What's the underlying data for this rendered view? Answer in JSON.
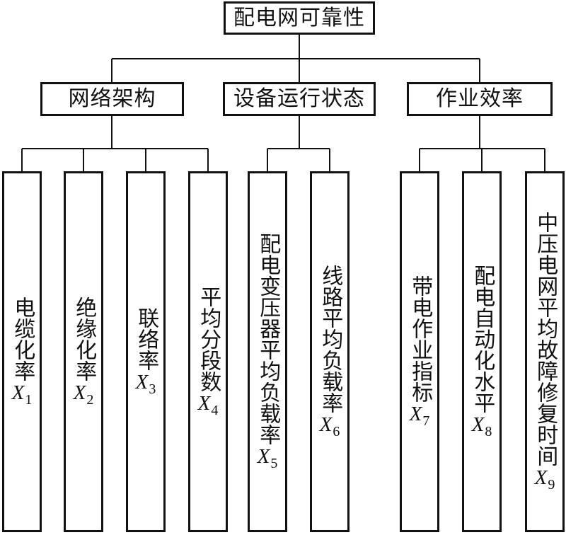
{
  "root": {
    "label": "配电网可靠性"
  },
  "categories": [
    {
      "label": "网络架构",
      "items": [
        {
          "label": "电缆化率",
          "var": "X",
          "sub": "1"
        },
        {
          "label": "绝缘化率",
          "var": "X",
          "sub": "2"
        },
        {
          "label": "联络率",
          "var": "X",
          "sub": "3"
        },
        {
          "label": "平均分段数",
          "var": "X",
          "sub": "4"
        }
      ]
    },
    {
      "label": "设备运行状态",
      "items": [
        {
          "label": "配电变压器平均负载率",
          "var": "X",
          "sub": "5"
        },
        {
          "label": "线路平均负载率",
          "var": "X",
          "sub": "6"
        }
      ]
    },
    {
      "label": "作业效率",
      "items": [
        {
          "label": "带电作业指标",
          "var": "X",
          "sub": "7"
        },
        {
          "label": "配电自动化水平",
          "var": "X",
          "sub": "8"
        },
        {
          "label": "中压电网平均故障修复时间",
          "var": "X",
          "sub": "9"
        }
      ]
    }
  ]
}
